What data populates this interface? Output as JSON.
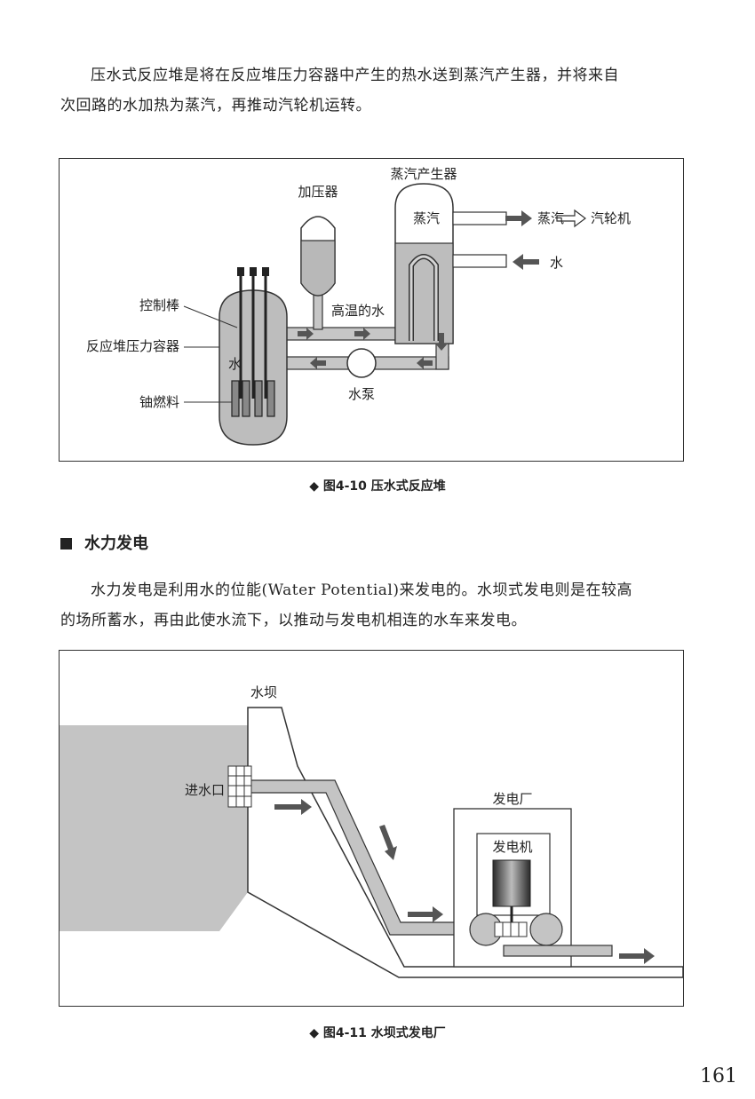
{
  "para1": {
    "line1": "压水式反应堆是将在反应堆压力容器中产生的热水送到蒸汽产生器，并将来自",
    "line2": "次回路的水加热为蒸汽，再推动汽轮机运转。"
  },
  "fig1": {
    "label_pressurizer": "加压器",
    "label_steam_generator": "蒸汽产生器",
    "label_steam_inside": "蒸汽",
    "label_steam_out": "蒸汽",
    "label_turbine": "汽轮机",
    "label_water_in": "水",
    "label_control_rod": "控制棒",
    "label_hot_water": "高温的水",
    "label_vessel": "反应堆压力容器",
    "label_water_core": "水",
    "label_pump": "水泵",
    "label_fuel": "铀燃料",
    "caption": "◆ 图4-10  压水式反应堆"
  },
  "section": {
    "title": "水力发电"
  },
  "para2": {
    "line1": "水力发电是利用水的位能(Water Potential)来发电的。水坝式发电则是在较高",
    "line2": "的场所蓄水，再由此使水流下，以推动与发电机相连的水车来发电。"
  },
  "fig2": {
    "label_dam": "水坝",
    "label_intake": "进水口",
    "label_plant": "发电厂",
    "label_generator": "发电机",
    "caption": "◆ 图4-11  水坝式发电厂"
  },
  "page_number": "161"
}
